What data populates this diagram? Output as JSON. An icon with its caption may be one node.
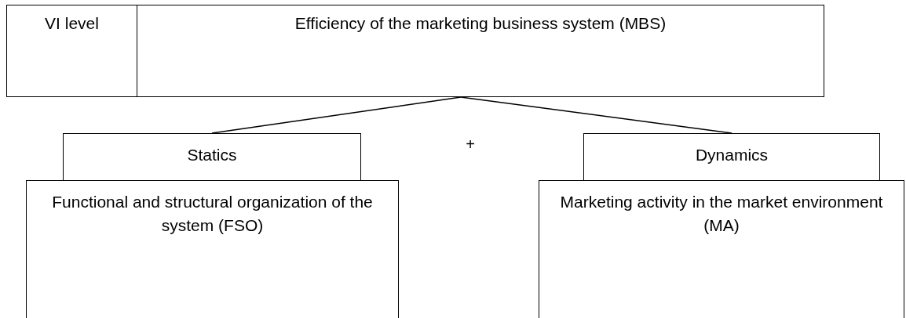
{
  "diagram": {
    "nodes": [
      {
        "text": [
          "VI level"
        ]
      },
      {
        "text": [
          "Efficiency of the marketing business system (MBS)"
        ]
      },
      {
        "text": [
          "Statics"
        ]
      },
      {
        "text": [
          "Dynamics"
        ]
      },
      {
        "text": [
          "Functional and structural organization of the system (FSO)"
        ]
      },
      {
        "text": [
          "Marketing activity in the market environment (MA)"
        ]
      }
    ],
    "edges": [
      {
        "from": 1,
        "to": 2,
        "arrow": "none"
      },
      {
        "from": 1,
        "to": 3,
        "arrow": "none"
      }
    ],
    "labels": [
      "+"
    ]
  }
}
